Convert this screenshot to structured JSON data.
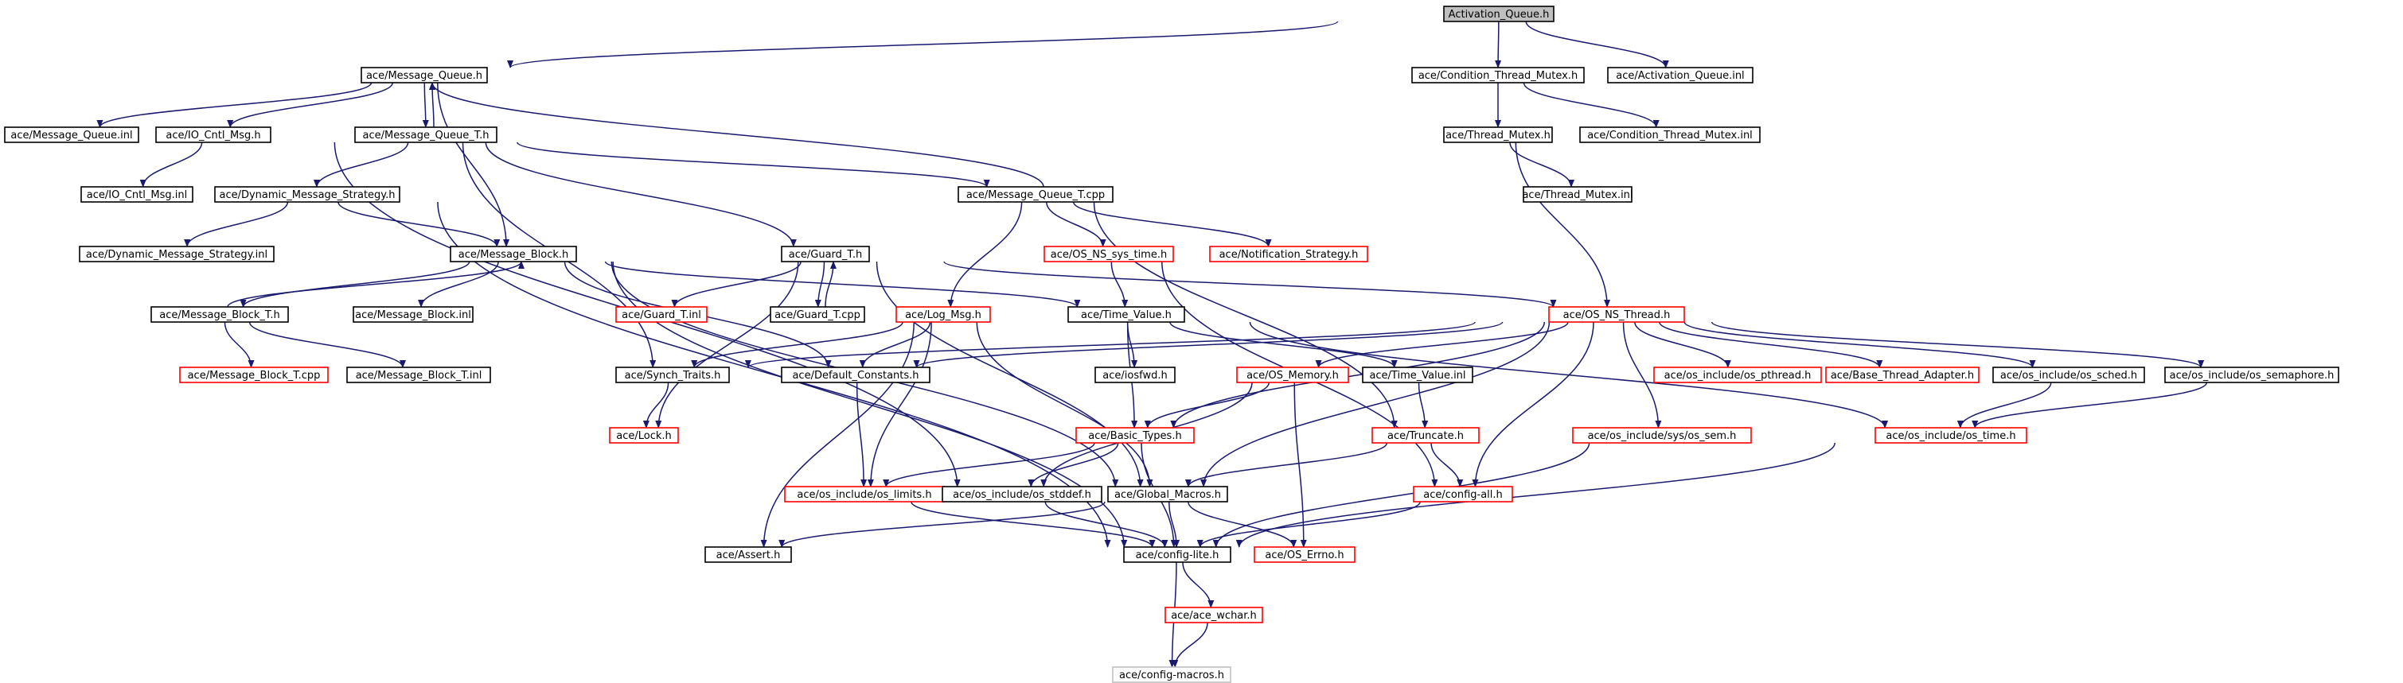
{
  "nodes": [
    {
      "id": "activation_queue_h",
      "label": "Activation_Queue.h",
      "kind": "root"
    },
    {
      "id": "message_queue_h",
      "label": "ace/Message_Queue.h",
      "kind": "normal"
    },
    {
      "id": "condition_thread_mutex_h",
      "label": "ace/Condition_Thread_Mutex.h",
      "kind": "normal"
    },
    {
      "id": "activation_queue_inl",
      "label": "ace/Activation_Queue.inl",
      "kind": "normal"
    },
    {
      "id": "message_queue_inl",
      "label": "ace/Message_Queue.inl",
      "kind": "normal"
    },
    {
      "id": "io_cntl_msg_h",
      "label": "ace/IO_Cntl_Msg.h",
      "kind": "normal"
    },
    {
      "id": "message_queue_t_h",
      "label": "ace/Message_Queue_T.h",
      "kind": "normal"
    },
    {
      "id": "thread_mutex_h",
      "label": "ace/Thread_Mutex.h",
      "kind": "normal"
    },
    {
      "id": "condition_thread_mutex_inl",
      "label": "ace/Condition_Thread_Mutex.inl",
      "kind": "normal"
    },
    {
      "id": "io_cntl_msg_inl",
      "label": "ace/IO_Cntl_Msg.inl",
      "kind": "normal"
    },
    {
      "id": "dynamic_message_strategy_h",
      "label": "ace/Dynamic_Message_Strategy.h",
      "kind": "normal"
    },
    {
      "id": "message_queue_t_cpp",
      "label": "ace/Message_Queue_T.cpp",
      "kind": "normal"
    },
    {
      "id": "thread_mutex_inl",
      "label": "ace/Thread_Mutex.inl",
      "kind": "normal"
    },
    {
      "id": "dynamic_message_strategy_inl",
      "label": "ace/Dynamic_Message_Strategy.inl",
      "kind": "normal"
    },
    {
      "id": "message_block_h",
      "label": "ace/Message_Block.h",
      "kind": "normal"
    },
    {
      "id": "guard_t_h",
      "label": "ace/Guard_T.h",
      "kind": "normal"
    },
    {
      "id": "os_ns_sys_time_h",
      "label": "ace/OS_NS_sys_time.h",
      "kind": "red"
    },
    {
      "id": "notification_strategy_h",
      "label": "ace/Notification_Strategy.h",
      "kind": "red"
    },
    {
      "id": "message_block_t_h",
      "label": "ace/Message_Block_T.h",
      "kind": "normal"
    },
    {
      "id": "message_block_inl",
      "label": "ace/Message_Block.inl",
      "kind": "normal"
    },
    {
      "id": "guard_t_inl",
      "label": "ace/Guard_T.inl",
      "kind": "red"
    },
    {
      "id": "guard_t_cpp",
      "label": "ace/Guard_T.cpp",
      "kind": "normal"
    },
    {
      "id": "log_msg_h",
      "label": "ace/Log_Msg.h",
      "kind": "red"
    },
    {
      "id": "time_value_h",
      "label": "ace/Time_Value.h",
      "kind": "normal"
    },
    {
      "id": "os_ns_thread_h",
      "label": "ace/OS_NS_Thread.h",
      "kind": "red"
    },
    {
      "id": "message_block_t_cpp",
      "label": "ace/Message_Block_T.cpp",
      "kind": "red"
    },
    {
      "id": "message_block_t_inl",
      "label": "ace/Message_Block_T.inl",
      "kind": "normal"
    },
    {
      "id": "synch_traits_h",
      "label": "ace/Synch_Traits.h",
      "kind": "normal"
    },
    {
      "id": "default_constants_h",
      "label": "ace/Default_Constants.h",
      "kind": "normal"
    },
    {
      "id": "iosfwd_h",
      "label": "ace/iosfwd.h",
      "kind": "normal"
    },
    {
      "id": "os_memory_h",
      "label": "ace/OS_Memory.h",
      "kind": "red"
    },
    {
      "id": "time_value_inl",
      "label": "ace/Time_Value.inl",
      "kind": "normal"
    },
    {
      "id": "os_pthread_h",
      "label": "ace/os_include/os_pthread.h",
      "kind": "red"
    },
    {
      "id": "base_thread_adapter_h",
      "label": "ace/Base_Thread_Adapter.h",
      "kind": "red"
    },
    {
      "id": "os_sched_h",
      "label": "ace/os_include/os_sched.h",
      "kind": "normal"
    },
    {
      "id": "os_semaphore_h",
      "label": "ace/os_include/os_semaphore.h",
      "kind": "normal"
    },
    {
      "id": "lock_h",
      "label": "ace/Lock.h",
      "kind": "red"
    },
    {
      "id": "basic_types_h",
      "label": "ace/Basic_Types.h",
      "kind": "red"
    },
    {
      "id": "truncate_h",
      "label": "ace/Truncate.h",
      "kind": "red"
    },
    {
      "id": "os_sys_sem_h",
      "label": "ace/os_include/sys/os_sem.h",
      "kind": "red"
    },
    {
      "id": "os_time_h",
      "label": "ace/os_include/os_time.h",
      "kind": "red"
    },
    {
      "id": "os_limits_h",
      "label": "ace/os_include/os_limits.h",
      "kind": "red"
    },
    {
      "id": "os_stddef_h",
      "label": "ace/os_include/os_stddef.h",
      "kind": "normal"
    },
    {
      "id": "global_macros_h",
      "label": "ace/Global_Macros.h",
      "kind": "normal"
    },
    {
      "id": "config_all_h",
      "label": "ace/config-all.h",
      "kind": "red"
    },
    {
      "id": "assert_h",
      "label": "ace/Assert.h",
      "kind": "normal"
    },
    {
      "id": "config_lite_h",
      "label": "ace/config-lite.h",
      "kind": "normal"
    },
    {
      "id": "os_errno_h",
      "label": "ace/OS_Errno.h",
      "kind": "red"
    },
    {
      "id": "ace_wchar_h",
      "label": "ace/ace_wchar.h",
      "kind": "red"
    },
    {
      "id": "config_macros_h",
      "label": "ace/config-macros.h",
      "kind": "gray"
    }
  ],
  "edges": [
    [
      "activation_queue_h",
      "message_queue_h"
    ],
    [
      "activation_queue_h",
      "condition_thread_mutex_h"
    ],
    [
      "activation_queue_h",
      "activation_queue_inl"
    ],
    [
      "message_queue_h",
      "message_queue_inl"
    ],
    [
      "message_queue_h",
      "io_cntl_msg_h"
    ],
    [
      "message_queue_h",
      "message_queue_t_h"
    ],
    [
      "message_queue_h",
      "message_block_h"
    ],
    [
      "message_queue_t_h",
      "message_queue_h"
    ],
    [
      "message_queue_t_h",
      "dynamic_message_strategy_h"
    ],
    [
      "message_queue_t_h",
      "message_queue_t_cpp"
    ],
    [
      "message_queue_t_h",
      "guard_t_h"
    ],
    [
      "message_queue_t_h",
      "synch_traits_h"
    ],
    [
      "message_queue_t_cpp",
      "message_queue_h"
    ],
    [
      "message_queue_t_cpp",
      "os_ns_sys_time_h"
    ],
    [
      "message_queue_t_cpp",
      "notification_strategy_h"
    ],
    [
      "message_queue_t_cpp",
      "log_msg_h"
    ],
    [
      "message_queue_t_cpp",
      "truncate_h"
    ],
    [
      "condition_thread_mutex_h",
      "thread_mutex_h"
    ],
    [
      "condition_thread_mutex_h",
      "condition_thread_mutex_inl"
    ],
    [
      "thread_mutex_h",
      "thread_mutex_inl"
    ],
    [
      "thread_mutex_h",
      "os_ns_thread_h"
    ],
    [
      "io_cntl_msg_h",
      "io_cntl_msg_inl"
    ],
    [
      "io_cntl_msg_h",
      "os_stddef_h"
    ],
    [
      "dynamic_message_strategy_h",
      "dynamic_message_strategy_inl"
    ],
    [
      "dynamic_message_strategy_h",
      "message_block_h"
    ],
    [
      "dynamic_message_strategy_h",
      "config_lite_h"
    ],
    [
      "message_block_h",
      "message_block_t_h"
    ],
    [
      "message_block_h",
      "message_block_inl"
    ],
    [
      "message_block_h",
      "time_value_h"
    ],
    [
      "message_block_h",
      "default_constants_h"
    ],
    [
      "message_block_h",
      "global_macros_h"
    ],
    [
      "message_block_h",
      "config_lite_h"
    ],
    [
      "message_block_t_h",
      "message_block_h"
    ],
    [
      "message_block_t_h",
      "message_block_t_cpp"
    ],
    [
      "message_block_t_h",
      "message_block_t_inl"
    ],
    [
      "guard_t_h",
      "guard_t_inl"
    ],
    [
      "guard_t_h",
      "guard_t_cpp"
    ],
    [
      "guard_t_h",
      "os_ns_thread_h"
    ],
    [
      "guard_t_h",
      "lock_h"
    ],
    [
      "guard_t_h",
      "global_macros_h"
    ],
    [
      "guard_t_cpp",
      "guard_t_h"
    ],
    [
      "os_ns_sys_time_h",
      "time_value_h"
    ],
    [
      "os_ns_sys_time_h",
      "config_all_h"
    ],
    [
      "log_msg_h",
      "synch_traits_h"
    ],
    [
      "log_msg_h",
      "default_constants_h"
    ],
    [
      "log_msg_h",
      "os_limits_h"
    ],
    [
      "log_msg_h",
      "assert_h"
    ],
    [
      "log_msg_h",
      "global_macros_h"
    ],
    [
      "time_value_h",
      "iosfwd_h"
    ],
    [
      "time_value_h",
      "time_value_inl"
    ],
    [
      "time_value_h",
      "basic_types_h"
    ],
    [
      "time_value_h",
      "os_time_h"
    ],
    [
      "os_ns_thread_h",
      "default_constants_h"
    ],
    [
      "os_ns_thread_h",
      "synch_traits_h"
    ],
    [
      "os_ns_thread_h",
      "os_memory_h"
    ],
    [
      "os_ns_thread_h",
      "os_pthread_h"
    ],
    [
      "os_ns_thread_h",
      "base_thread_adapter_h"
    ],
    [
      "os_ns_thread_h",
      "os_sched_h"
    ],
    [
      "os_ns_thread_h",
      "os_semaphore_h"
    ],
    [
      "os_ns_thread_h",
      "basic_types_h"
    ],
    [
      "os_ns_thread_h",
      "os_sys_sem_h"
    ],
    [
      "os_ns_thread_h",
      "config_all_h"
    ],
    [
      "os_ns_thread_h",
      "global_macros_h"
    ],
    [
      "synch_traits_h",
      "lock_h"
    ],
    [
      "default_constants_h",
      "os_limits_h"
    ],
    [
      "os_memory_h",
      "basic_types_h"
    ],
    [
      "os_memory_h",
      "os_stddef_h"
    ],
    [
      "os_memory_h",
      "os_errno_h"
    ],
    [
      "time_value_inl",
      "truncate_h"
    ],
    [
      "os_sched_h",
      "os_time_h"
    ],
    [
      "os_semaphore_h",
      "os_time_h"
    ],
    [
      "basic_types_h",
      "os_limits_h"
    ],
    [
      "basic_types_h",
      "os_stddef_h"
    ],
    [
      "basic_types_h",
      "config_lite_h"
    ],
    [
      "truncate_h",
      "global_macros_h"
    ],
    [
      "truncate_h",
      "config_all_h"
    ],
    [
      "os_sys_sem_h",
      "config_lite_h"
    ],
    [
      "os_time_h",
      "config_lite_h"
    ],
    [
      "os_limits_h",
      "config_lite_h"
    ],
    [
      "os_stddef_h",
      "config_lite_h"
    ],
    [
      "global_macros_h",
      "assert_h"
    ],
    [
      "global_macros_h",
      "config_lite_h"
    ],
    [
      "global_macros_h",
      "os_errno_h"
    ],
    [
      "config_all_h",
      "config_lite_h"
    ],
    [
      "config_lite_h",
      "ace_wchar_h"
    ],
    [
      "config_lite_h",
      "config_macros_h"
    ],
    [
      "ace_wchar_h",
      "config_macros_h"
    ]
  ]
}
